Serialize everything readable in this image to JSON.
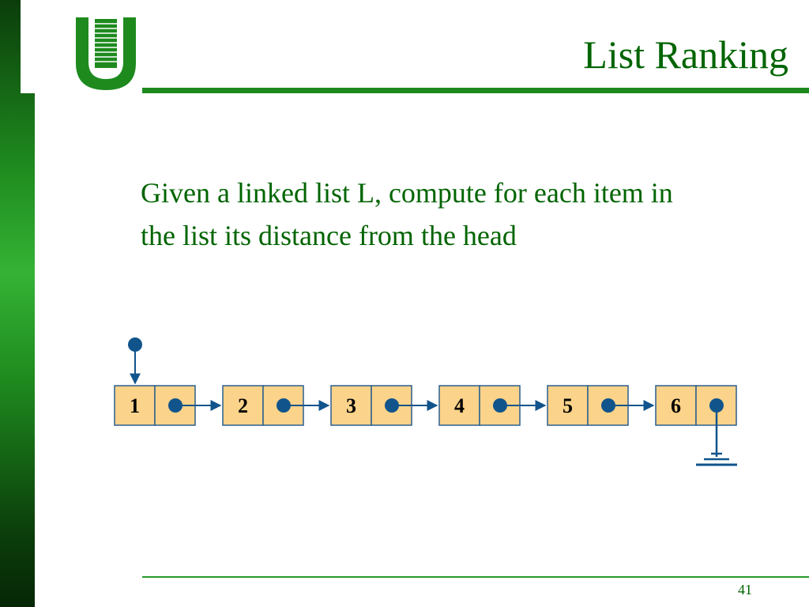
{
  "slide": {
    "title": "List Ranking",
    "body": "Given a linked list L, compute for each item in the list its distance from the head",
    "page_number": "41"
  },
  "logo": {
    "icon": "university-u-logo-icon",
    "color": "#1e8a1e"
  },
  "diagram": {
    "nodes": [
      "1",
      "2",
      "3",
      "4",
      "5",
      "6"
    ],
    "head_pointer": true,
    "tail_terminator": "ground-symbol",
    "colors": {
      "node_fill": "#fbd38a",
      "node_border": "#2b5f8f",
      "pointer": "#11548c"
    }
  },
  "colors": {
    "accent": "#006400",
    "rule": "#1e8a1e"
  }
}
